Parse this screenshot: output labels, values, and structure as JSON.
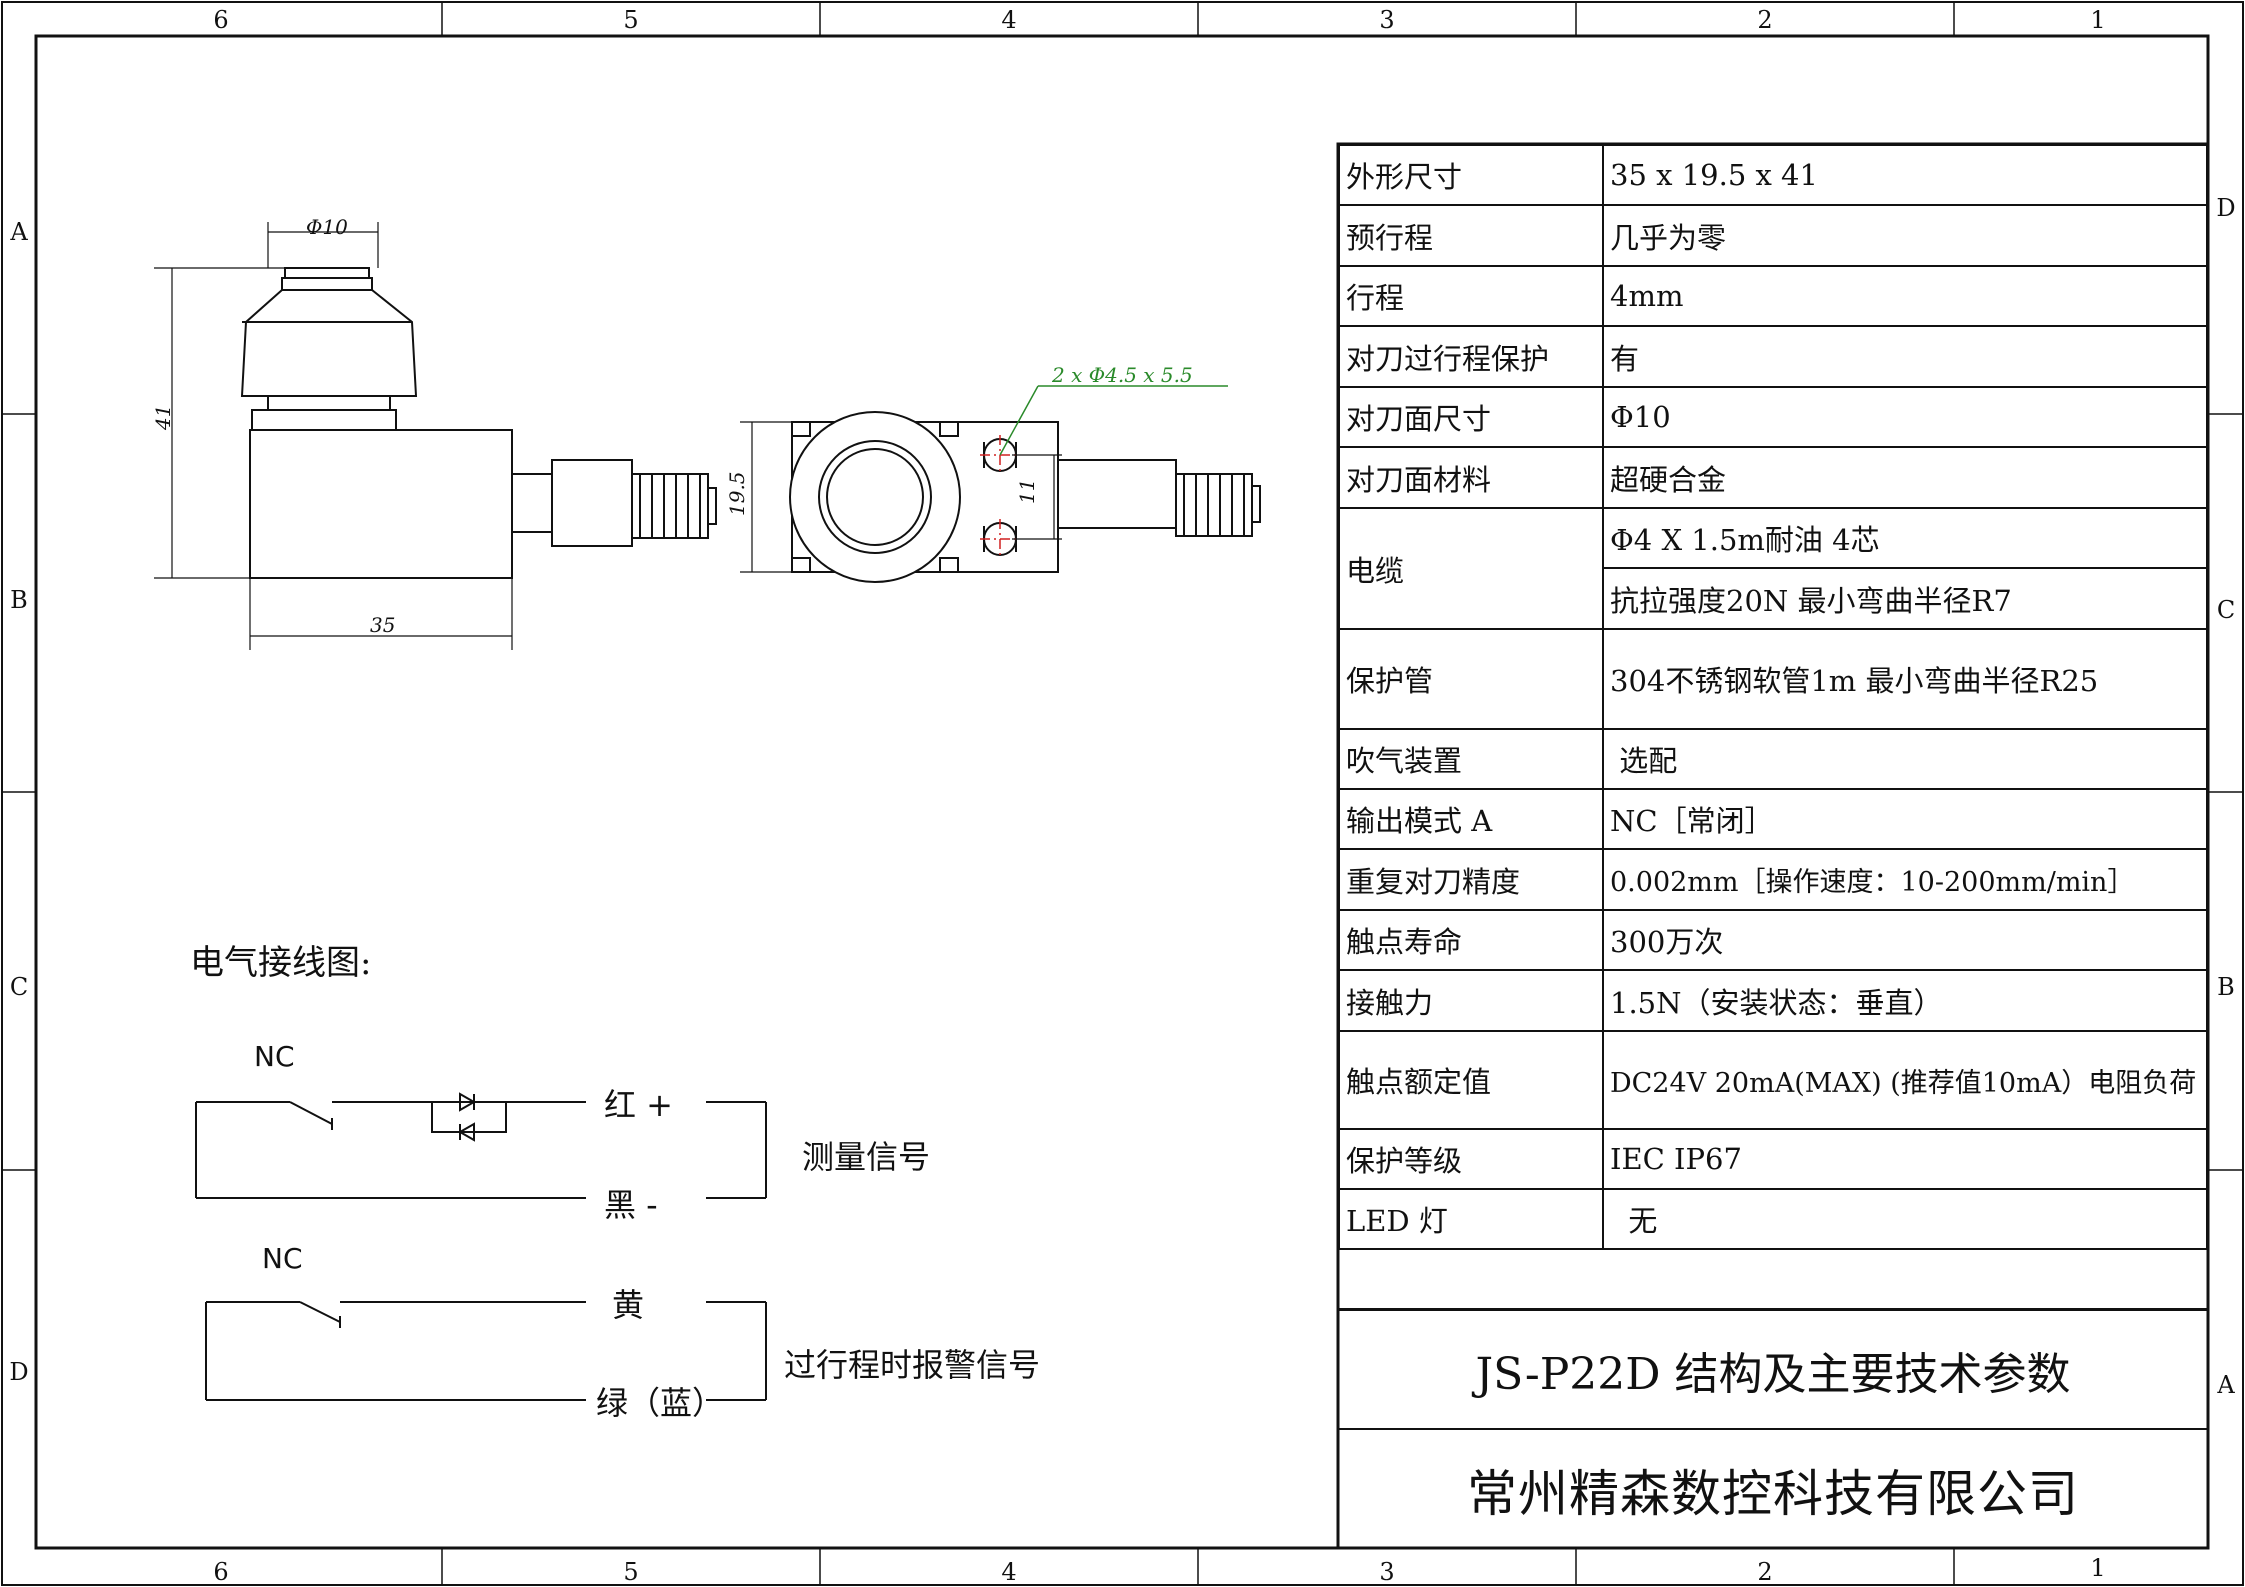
{
  "frame": {
    "columns": [
      "6",
      "5",
      "4",
      "3",
      "2",
      "1"
    ],
    "rows_left": [
      "A",
      "B",
      "C",
      "D"
    ],
    "rows_right": [
      "D",
      "C",
      "B",
      "A"
    ]
  },
  "dimensions": {
    "phi10": "Φ10",
    "height41": "41",
    "width35": "35",
    "height19_5": "19.5",
    "holes": "2 x Φ4.5 x 5.5",
    "spacing11": "11"
  },
  "specs": [
    {
      "label": "外形尺寸",
      "value": "35 x 19.5 x 41"
    },
    {
      "label": "预行程",
      "value": "几乎为零"
    },
    {
      "label": "行程",
      "value": "4mm"
    },
    {
      "label": "对刀过行程保护",
      "value": "有"
    },
    {
      "label": "对刀面尺寸",
      "value": "Φ10"
    },
    {
      "label": "对刀面材料",
      "value": "超硬合金"
    },
    {
      "label": "电缆",
      "value": "Φ4 X 1.5m耐油 4芯",
      "value2": "抗拉强度20N 最小弯曲半径R7"
    },
    {
      "label": "保护管",
      "value": "304不锈钢软管1m 最小弯曲半径R25"
    },
    {
      "label": "吹气装置",
      "value": " 选配"
    },
    {
      "label": "输出模式 A",
      "value": "NC［常闭］"
    },
    {
      "label": "重复对刀精度",
      "value": "0.002mm［操作速度：10-200mm/min］"
    },
    {
      "label": "触点寿命",
      "value": "300万次"
    },
    {
      "label": "接触力",
      "value": "1.5N（安装状态：垂直）"
    },
    {
      "label": "触点额定值",
      "value": "DC24V 20mA(MAX) (推荐值10mA）电阻负荷"
    },
    {
      "label": "保护等级",
      "value": "IEC IP67"
    },
    {
      "label": "LED 灯",
      "value": "  无"
    }
  ],
  "title": "JS-P22D 结构及主要技术参数",
  "company": "常州精森数控科技有限公司",
  "wiring": {
    "title": "电气接线图:",
    "nc1": "NC",
    "red": "红 +",
    "black": "黑 -",
    "measure": "测量信号",
    "nc2": "NC",
    "yellow": "黄",
    "green": "绿（蓝）",
    "alarm": "过行程时报警信号"
  },
  "colors": {
    "line": "#111111",
    "dimension_green": "#2a8a2a",
    "centerline_red": "#d02020"
  }
}
